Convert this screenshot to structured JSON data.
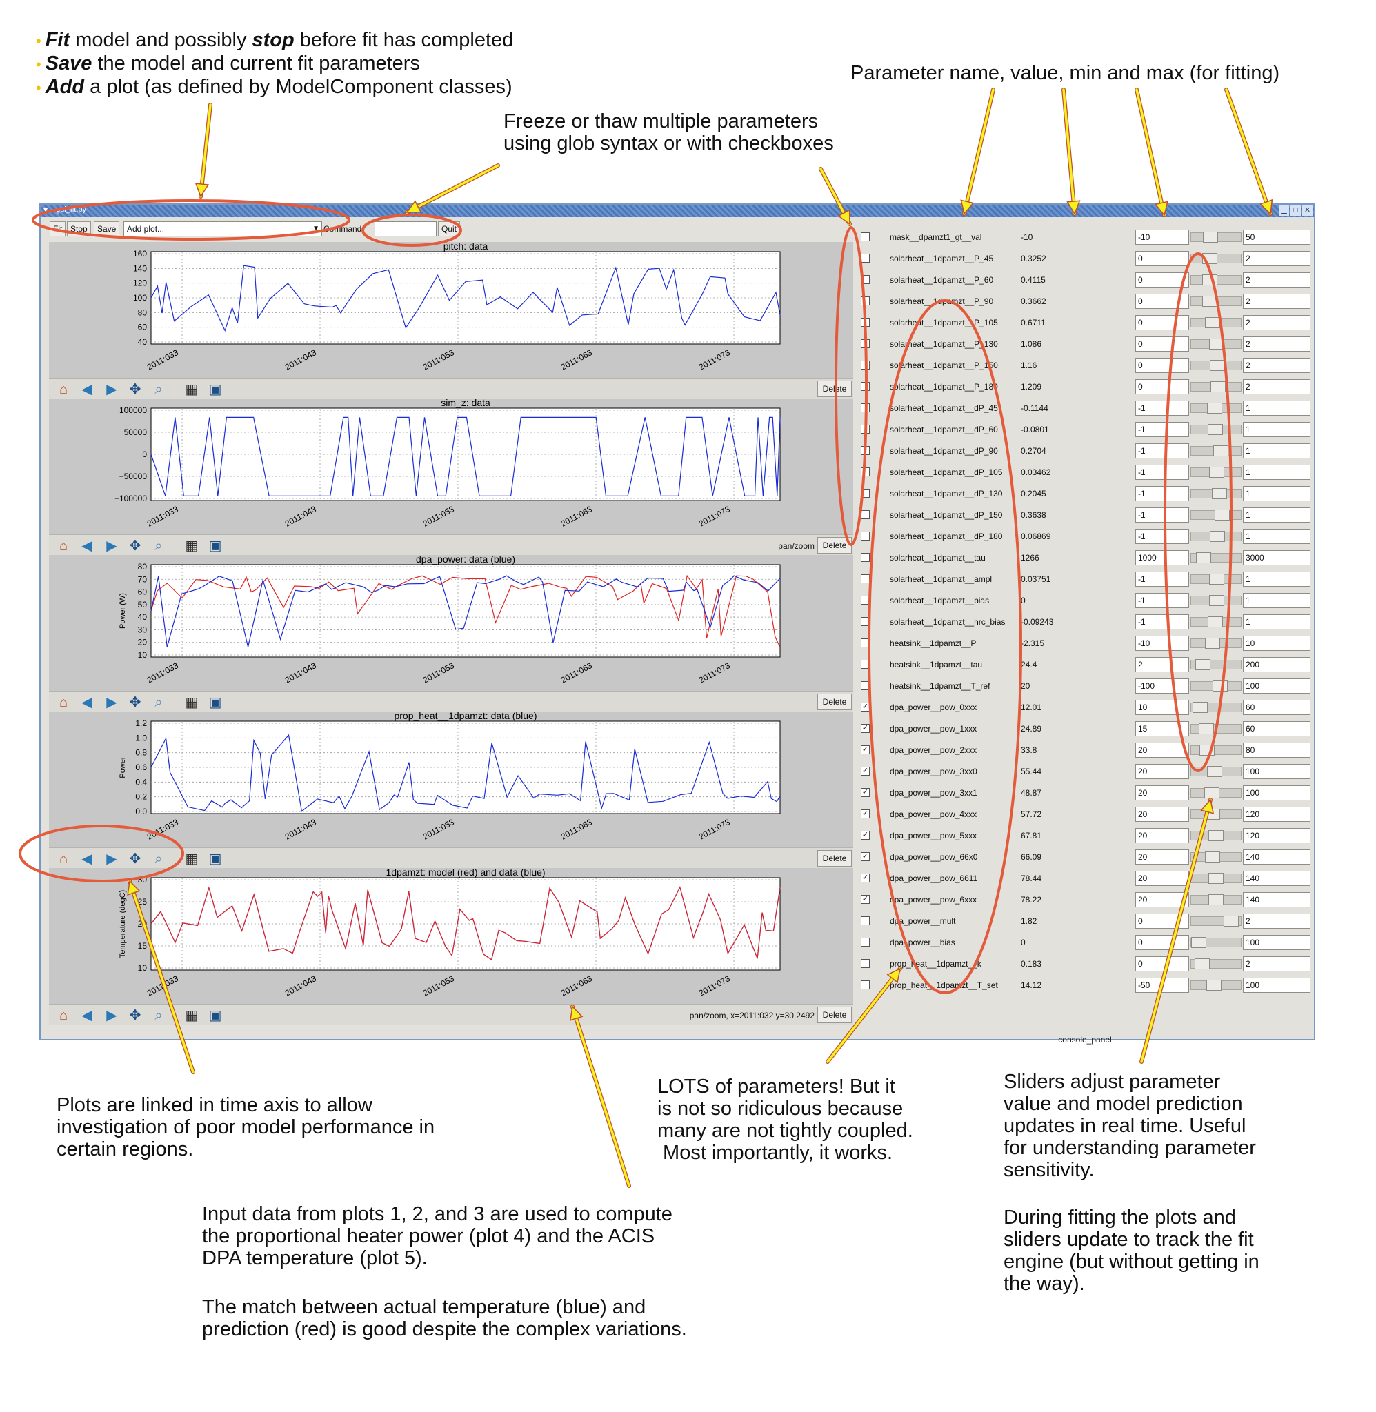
{
  "annotations": {
    "top_left": [
      {
        "verb": "Fit",
        "mid": " model and possibly ",
        "verb2": "stop",
        "rest": " before fit has completed"
      },
      {
        "verb": "Save",
        "mid": " the model and current fit parameters",
        "verb2": "",
        "rest": ""
      },
      {
        "verb": "Add",
        "mid": " a plot (as defined by ModelComponent classes)",
        "verb2": "",
        "rest": ""
      }
    ],
    "param_header": "Parameter name, value, min and max (for fitting)",
    "freeze_1": "Freeze or thaw multiple parameters",
    "freeze_2": "using glob syntax or with checkboxes",
    "linked": [
      "Plots are linked in time axis to allow",
      "investigation of poor model performance in",
      "certain regions."
    ],
    "lots": [
      "LOTS of parameters!  But it",
      "is not so ridiculous because",
      "many are not tightly coupled.",
      " Most importantly, it works."
    ],
    "sliders": [
      "Sliders adjust parameter",
      "value and model prediction",
      "updates in real time.  Useful",
      "for understanding parameter",
      "sensitivity."
    ],
    "during": [
      "During fitting the plots and",
      "sliders update to track the fit",
      "engine (but without getting in",
      "the way)."
    ],
    "input": [
      "Input data from plots 1, 2, and 3 are used to compute",
      "the proportional heater power (plot 4) and the ACIS",
      "DPA temperature (plot 5)."
    ],
    "match": [
      "The match between actual temperature (blue) and",
      "prediction (red) is good despite the complex variations."
    ]
  },
  "window": {
    "title": "gui_fit.py"
  },
  "toolbar": {
    "fit": "Fit",
    "stop": "Stop",
    "save": "Save",
    "add_plot": "Add plot...",
    "command_label": "Command:",
    "quit": "Quit"
  },
  "icons": [
    "home-icon",
    "back-icon",
    "forward-icon",
    "pan-icon",
    "zoom-icon",
    "configure-icon",
    "save-icon"
  ],
  "plots": [
    {
      "title": "pitch: data",
      "ylabel": "",
      "yticks": [
        "160",
        "140",
        "120",
        "100",
        "80",
        "60",
        "40"
      ],
      "status": "",
      "delete": "Delete"
    },
    {
      "title": "sim_z: data",
      "ylabel": "",
      "yticks": [
        "100000",
        "50000",
        "0",
        "−50000",
        "−100000"
      ],
      "status": "pan/zoom",
      "delete": "Delete"
    },
    {
      "title": "dpa_power: data (blue)",
      "ylabel": "Power (W)",
      "yticks": [
        "80",
        "70",
        "60",
        "50",
        "40",
        "30",
        "20",
        "10"
      ],
      "status": "",
      "delete": "Delete"
    },
    {
      "title": "prop_heat__1dpamzt: data (blue)",
      "ylabel": "Power",
      "yticks": [
        "1.2",
        "1.0",
        "0.8",
        "0.6",
        "0.4",
        "0.2",
        "0.0"
      ],
      "status": "",
      "delete": "Delete"
    },
    {
      "title": "1dpamzt: model (red) and data (blue)",
      "ylabel": "Temperature (degC)",
      "yticks": [
        "30",
        "25",
        "20",
        "15",
        "10"
      ],
      "status": "pan/zoom, x=2011:032 y=30.2492",
      "delete": "Delete"
    }
  ],
  "xticks": [
    "2011:033",
    "2011:043",
    "2011:053",
    "2011:063",
    "2011:073"
  ],
  "params": [
    {
      "name": "mask__dpamzt1_gt__val",
      "value": "-10",
      "min": "-10",
      "max": "50",
      "checked": false,
      "pos": 0.33
    },
    {
      "name": "solarheat__1dpamzt__P_45",
      "value": "0.3252",
      "min": "0",
      "max": "2",
      "checked": false,
      "pos": 0.3
    },
    {
      "name": "solarheat__1dpamzt__P_60",
      "value": "0.4115",
      "min": "0",
      "max": "2",
      "checked": false,
      "pos": 0.3
    },
    {
      "name": "solarheat__1dpamzt__P_90",
      "value": "0.3662",
      "min": "0",
      "max": "2",
      "checked": false,
      "pos": 0.3
    },
    {
      "name": "solarheat__1dpamzt__P_105",
      "value": "0.6711",
      "min": "0",
      "max": "2",
      "checked": false,
      "pos": 0.38
    },
    {
      "name": "solarheat__1dpamzt__P_130",
      "value": "1.086",
      "min": "0",
      "max": "2",
      "checked": false,
      "pos": 0.5
    },
    {
      "name": "solarheat__1dpamzt__P_150",
      "value": "1.16",
      "min": "0",
      "max": "2",
      "checked": false,
      "pos": 0.52
    },
    {
      "name": "solarheat__1dpamzt__P_180",
      "value": "1.209",
      "min": "0",
      "max": "2",
      "checked": false,
      "pos": 0.54
    },
    {
      "name": "solarheat__1dpamzt__dP_45",
      "value": "-0.1144",
      "min": "-1",
      "max": "1",
      "checked": false,
      "pos": 0.45
    },
    {
      "name": "solarheat__1dpamzt__dP_60",
      "value": "-0.0801",
      "min": "-1",
      "max": "1",
      "checked": false,
      "pos": 0.46
    },
    {
      "name": "solarheat__1dpamzt__dP_90",
      "value": "0.2704",
      "min": "-1",
      "max": "1",
      "checked": false,
      "pos": 0.62
    },
    {
      "name": "solarheat__1dpamzt__dP_105",
      "value": "0.03462",
      "min": "-1",
      "max": "1",
      "checked": false,
      "pos": 0.5
    },
    {
      "name": "solarheat__1dpamzt__dP_130",
      "value": "0.2045",
      "min": "-1",
      "max": "1",
      "checked": false,
      "pos": 0.58
    },
    {
      "name": "solarheat__1dpamzt__dP_150",
      "value": "0.3638",
      "min": "-1",
      "max": "1",
      "checked": false,
      "pos": 0.66
    },
    {
      "name": "solarheat__1dpamzt__dP_180",
      "value": "0.06869",
      "min": "-1",
      "max": "1",
      "checked": false,
      "pos": 0.52
    },
    {
      "name": "solarheat__1dpamzt__tau",
      "value": "1266",
      "min": "1000",
      "max": "3000",
      "checked": false,
      "pos": 0.13
    },
    {
      "name": "solarheat__1dpamzt__ampl",
      "value": "0.03751",
      "min": "-1",
      "max": "1",
      "checked": false,
      "pos": 0.5
    },
    {
      "name": "solarheat__1dpamzt__bias",
      "value": "0",
      "min": "-1",
      "max": "1",
      "checked": false,
      "pos": 0.5
    },
    {
      "name": "solarheat__1dpamzt__hrc_bias",
      "value": "-0.09243",
      "min": "-1",
      "max": "1",
      "checked": false,
      "pos": 0.46
    },
    {
      "name": "heatsink__1dpamzt__P",
      "value": "-2.315",
      "min": "-10",
      "max": "10",
      "checked": false,
      "pos": 0.38
    },
    {
      "name": "heatsink__1dpamzt__tau",
      "value": "24.4",
      "min": "2",
      "max": "200",
      "checked": false,
      "pos": 0.11
    },
    {
      "name": "heatsink__1dpamzt__T_ref",
      "value": "20",
      "min": "-100",
      "max": "100",
      "checked": false,
      "pos": 0.6
    },
    {
      "name": "dpa_power__pow_0xxx",
      "value": "12.01",
      "min": "10",
      "max": "60",
      "checked": true,
      "pos": 0.04
    },
    {
      "name": "dpa_power__pow_1xxx",
      "value": "24.89",
      "min": "15",
      "max": "60",
      "checked": true,
      "pos": 0.22
    },
    {
      "name": "dpa_power__pow_2xxx",
      "value": "33.8",
      "min": "20",
      "max": "80",
      "checked": true,
      "pos": 0.23
    },
    {
      "name": "dpa_power__pow_3xx0",
      "value": "55.44",
      "min": "20",
      "max": "100",
      "checked": true,
      "pos": 0.44
    },
    {
      "name": "dpa_power__pow_3xx1",
      "value": "48.87",
      "min": "20",
      "max": "100",
      "checked": true,
      "pos": 0.36
    },
    {
      "name": "dpa_power__pow_4xxx",
      "value": "57.72",
      "min": "20",
      "max": "120",
      "checked": true,
      "pos": 0.38
    },
    {
      "name": "dpa_power__pow_5xxx",
      "value": "67.81",
      "min": "20",
      "max": "120",
      "checked": true,
      "pos": 0.48
    },
    {
      "name": "dpa_power__pow_66x0",
      "value": "66.09",
      "min": "20",
      "max": "140",
      "checked": true,
      "pos": 0.38
    },
    {
      "name": "dpa_power__pow_6611",
      "value": "78.44",
      "min": "20",
      "max": "140",
      "checked": true,
      "pos": 0.49
    },
    {
      "name": "dpa_power__pow_6xxx",
      "value": "78.22",
      "min": "20",
      "max": "140",
      "checked": true,
      "pos": 0.49
    },
    {
      "name": "dpa_power__mult",
      "value": "1.82",
      "min": "0",
      "max": "2",
      "checked": false,
      "pos": 0.91
    },
    {
      "name": "dpa_power__bias",
      "value": "0",
      "min": "0",
      "max": "100",
      "checked": false,
      "pos": 0.0
    },
    {
      "name": "prop_heat__1dpamzt__k",
      "value": "0.183",
      "min": "0",
      "max": "2",
      "checked": false,
      "pos": 0.09
    },
    {
      "name": "prop_heat__1dpamzt__T_set",
      "value": "14.12",
      "min": "-50",
      "max": "100",
      "checked": false,
      "pos": 0.43
    }
  ],
  "console_label": "console_panel",
  "colors": {
    "data": "#1a2cd6",
    "model": "#e02424",
    "callout": "#e35b3a",
    "arrow": "#f5f01e"
  }
}
